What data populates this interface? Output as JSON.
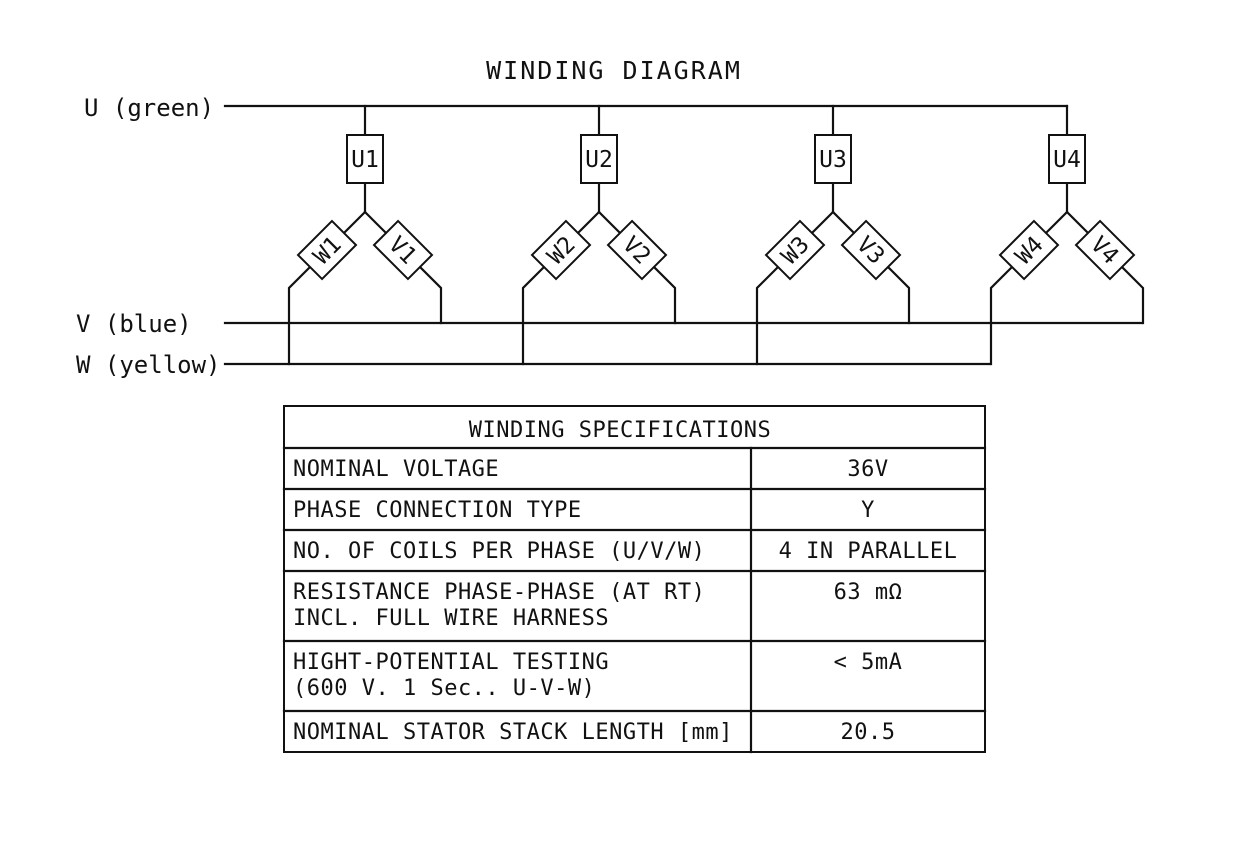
{
  "diagram": {
    "title": "WINDING DIAGRAM",
    "buses": {
      "u": "U (green)",
      "v": "V (blue)",
      "w": "W (yellow)"
    },
    "groups": [
      {
        "u": "U1",
        "w": "W1",
        "v": "V1"
      },
      {
        "u": "U2",
        "w": "W2",
        "v": "V2"
      },
      {
        "u": "U3",
        "w": "W3",
        "v": "V3"
      },
      {
        "u": "U4",
        "w": "W4",
        "v": "V4"
      }
    ]
  },
  "specs": {
    "title": "WINDING SPECIFICATIONS",
    "rows": [
      {
        "label_lines": [
          "NOMINAL VOLTAGE"
        ],
        "value": "36V"
      },
      {
        "label_lines": [
          "PHASE CONNECTION TYPE"
        ],
        "value": "Y"
      },
      {
        "label_lines": [
          "NO. OF COILS PER PHASE (U/V/W)"
        ],
        "value": "4 IN PARALLEL"
      },
      {
        "label_lines": [
          "RESISTANCE PHASE-PHASE (AT RT)",
          "INCL. FULL WIRE HARNESS"
        ],
        "value": "63 mΩ"
      },
      {
        "label_lines": [
          "HIGHT-POTENTIAL TESTING",
          "(600 V. 1 Sec.. U-V-W)"
        ],
        "value": "< 5mA"
      },
      {
        "label_lines": [
          "NOMINAL STATOR STACK LENGTH [mm]"
        ],
        "value": "20.5"
      }
    ]
  }
}
